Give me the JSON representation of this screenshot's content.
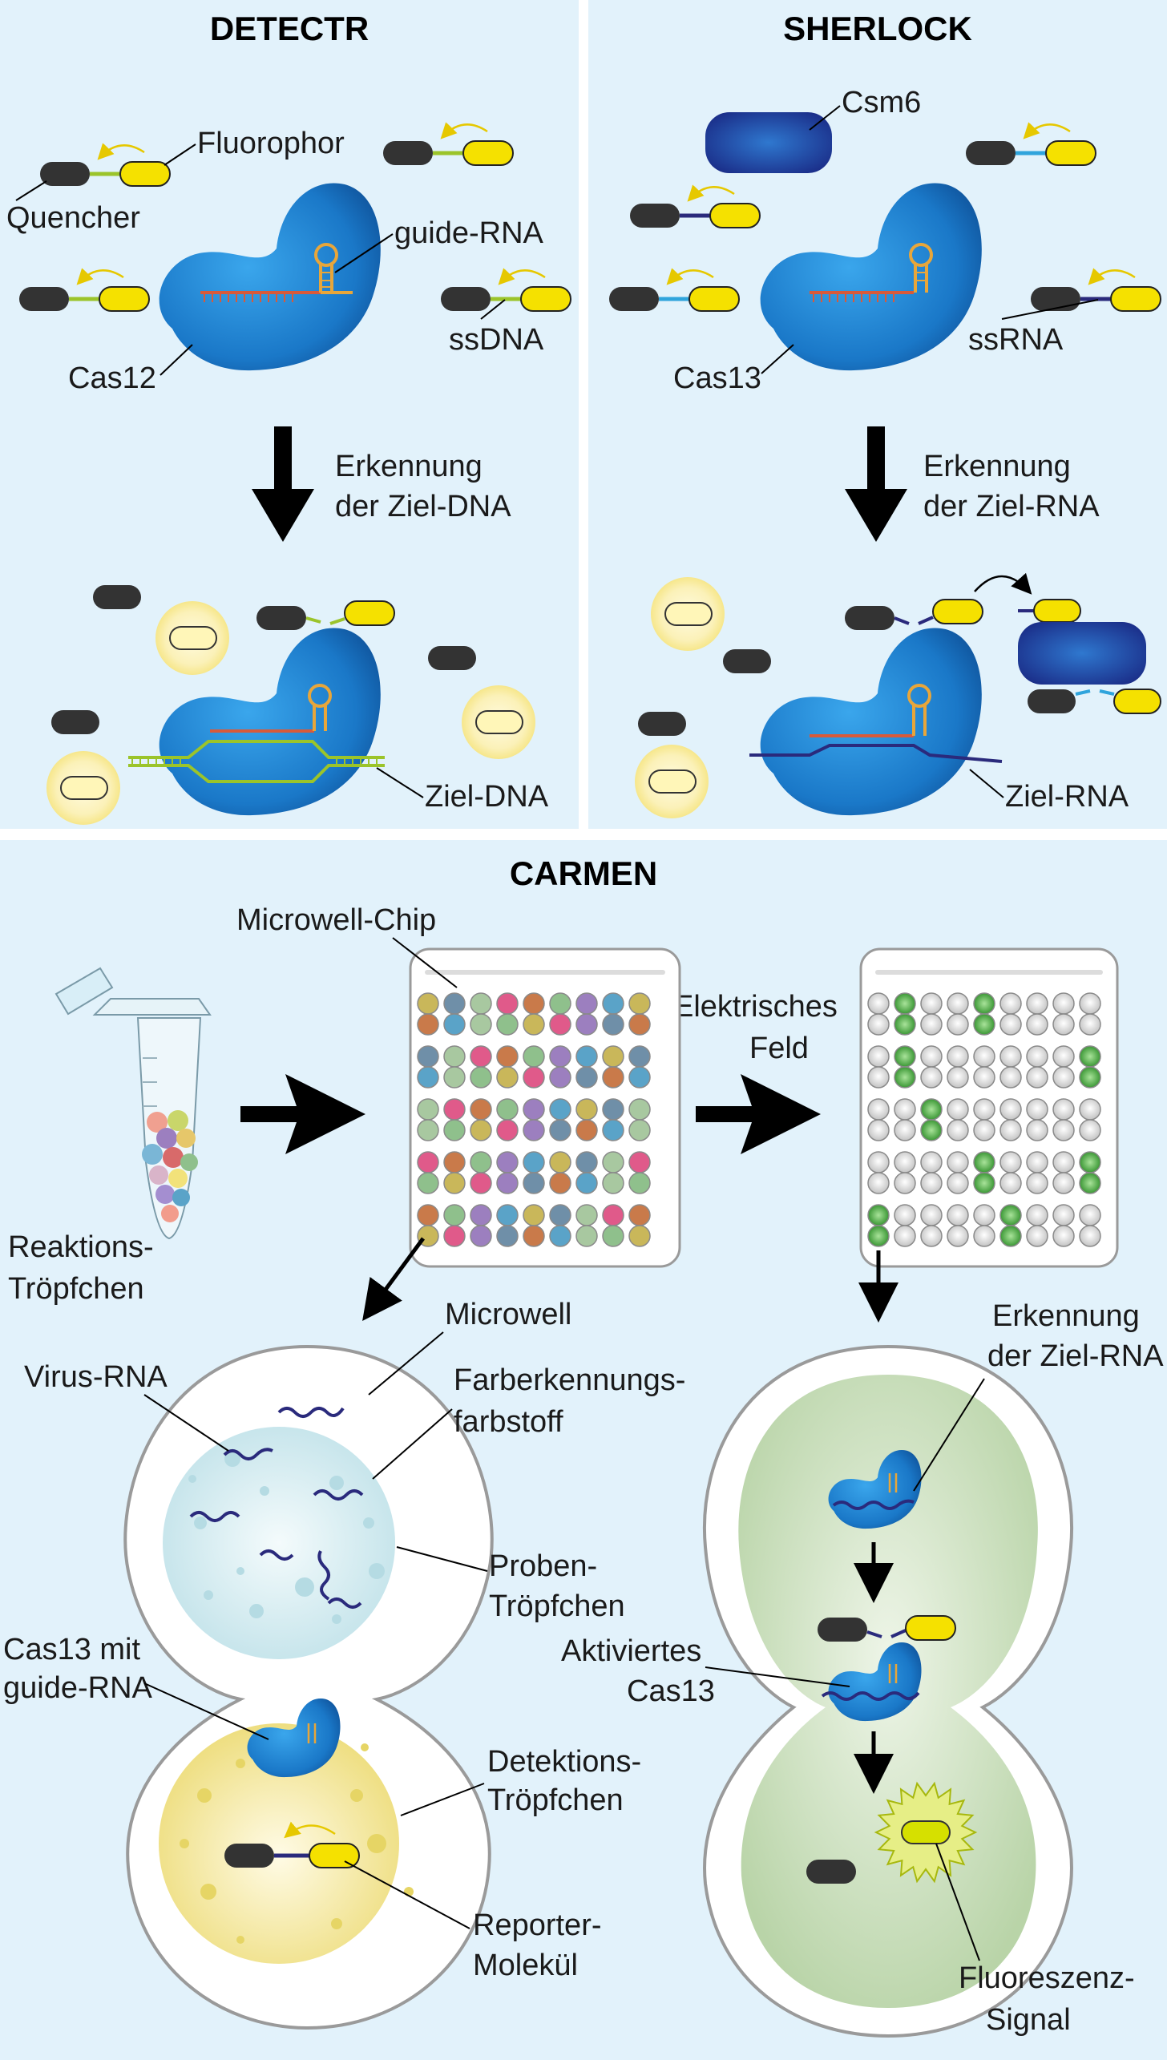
{
  "panels": {
    "detectr": {
      "title": "DETECTR",
      "fluorophor": "Fluorophor",
      "quencher": "Quencher",
      "guide_rna": "guide-RNA",
      "ssdna": "ssDNA",
      "cas": "Cas12",
      "step_line1": "Erkennung",
      "step_line2": "der Ziel-DNA",
      "target": "Ziel-DNA"
    },
    "sherlock": {
      "title": "SHERLOCK",
      "csm6": "Csm6",
      "ssrna": "ssRNA",
      "cas": "Cas13",
      "step_line1": "Erkennung",
      "step_line2": "der Ziel-RNA",
      "target": "Ziel-RNA"
    },
    "carmen": {
      "title": "CARMEN",
      "chip": "Microwell-Chip",
      "field_line1": "Elektrisches",
      "field_line2": "Feld",
      "droplets_line1": "Reaktions-",
      "droplets_line2": "Tröpfchen",
      "microwell": "Microwell",
      "virus_rna": "Virus-RNA",
      "dye_line1": "Farberkennungs-",
      "dye_line2": "farbstoff",
      "sample_line1": "Proben-",
      "sample_line2": "Tröpfchen",
      "cas_guide_line1": "Cas13 mit",
      "cas_guide_line2": "guide-RNA",
      "detect_line1": "Detektions-",
      "detect_line2": "Tröpfchen",
      "reporter_line1": "Reporter-",
      "reporter_line2": "Molekül",
      "recog_line1": "Erkennung",
      "recog_line2": "der Ziel-RNA",
      "activated_line1": "Aktiviertes",
      "activated_line2": "Cas13",
      "signal_line1": "Fluoreszenz-",
      "signal_line2": "Signal"
    }
  },
  "colors": {
    "panel_bg": "#e2f2fb",
    "cas": "#1f7fd0",
    "cas_dark": "#0e4f9a",
    "csm6": "#1d3f9a",
    "fluorophore": "#f5e100",
    "quencher": "#333333",
    "dna_linker": "#9bc42a",
    "rna_linker": "#2fa4dc",
    "target_strand": "#2a2a7c",
    "guide": "#e8a63a",
    "guide_red": "#d85a3a",
    "sample_droplet": "#cfe8ee",
    "detection_droplet": "#f4eaa0",
    "well_green": "#56b04c",
    "microwell_green": "#cde2c2"
  }
}
